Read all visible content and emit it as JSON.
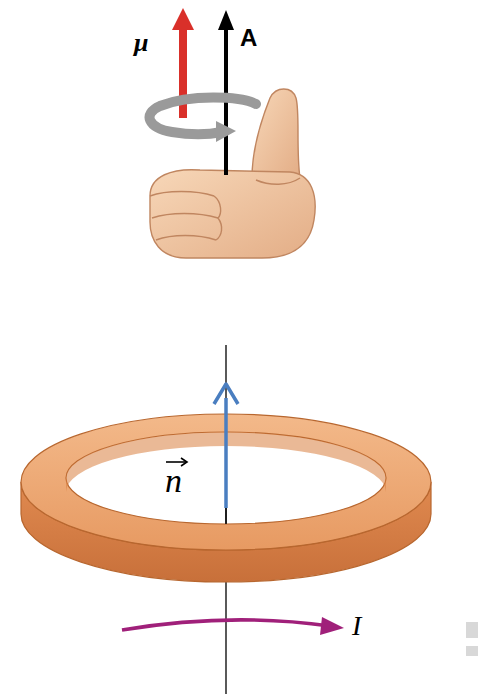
{
  "diagram": {
    "labels": [
      "μ",
      "A",
      "n",
      "I"
    ]
  }
}
